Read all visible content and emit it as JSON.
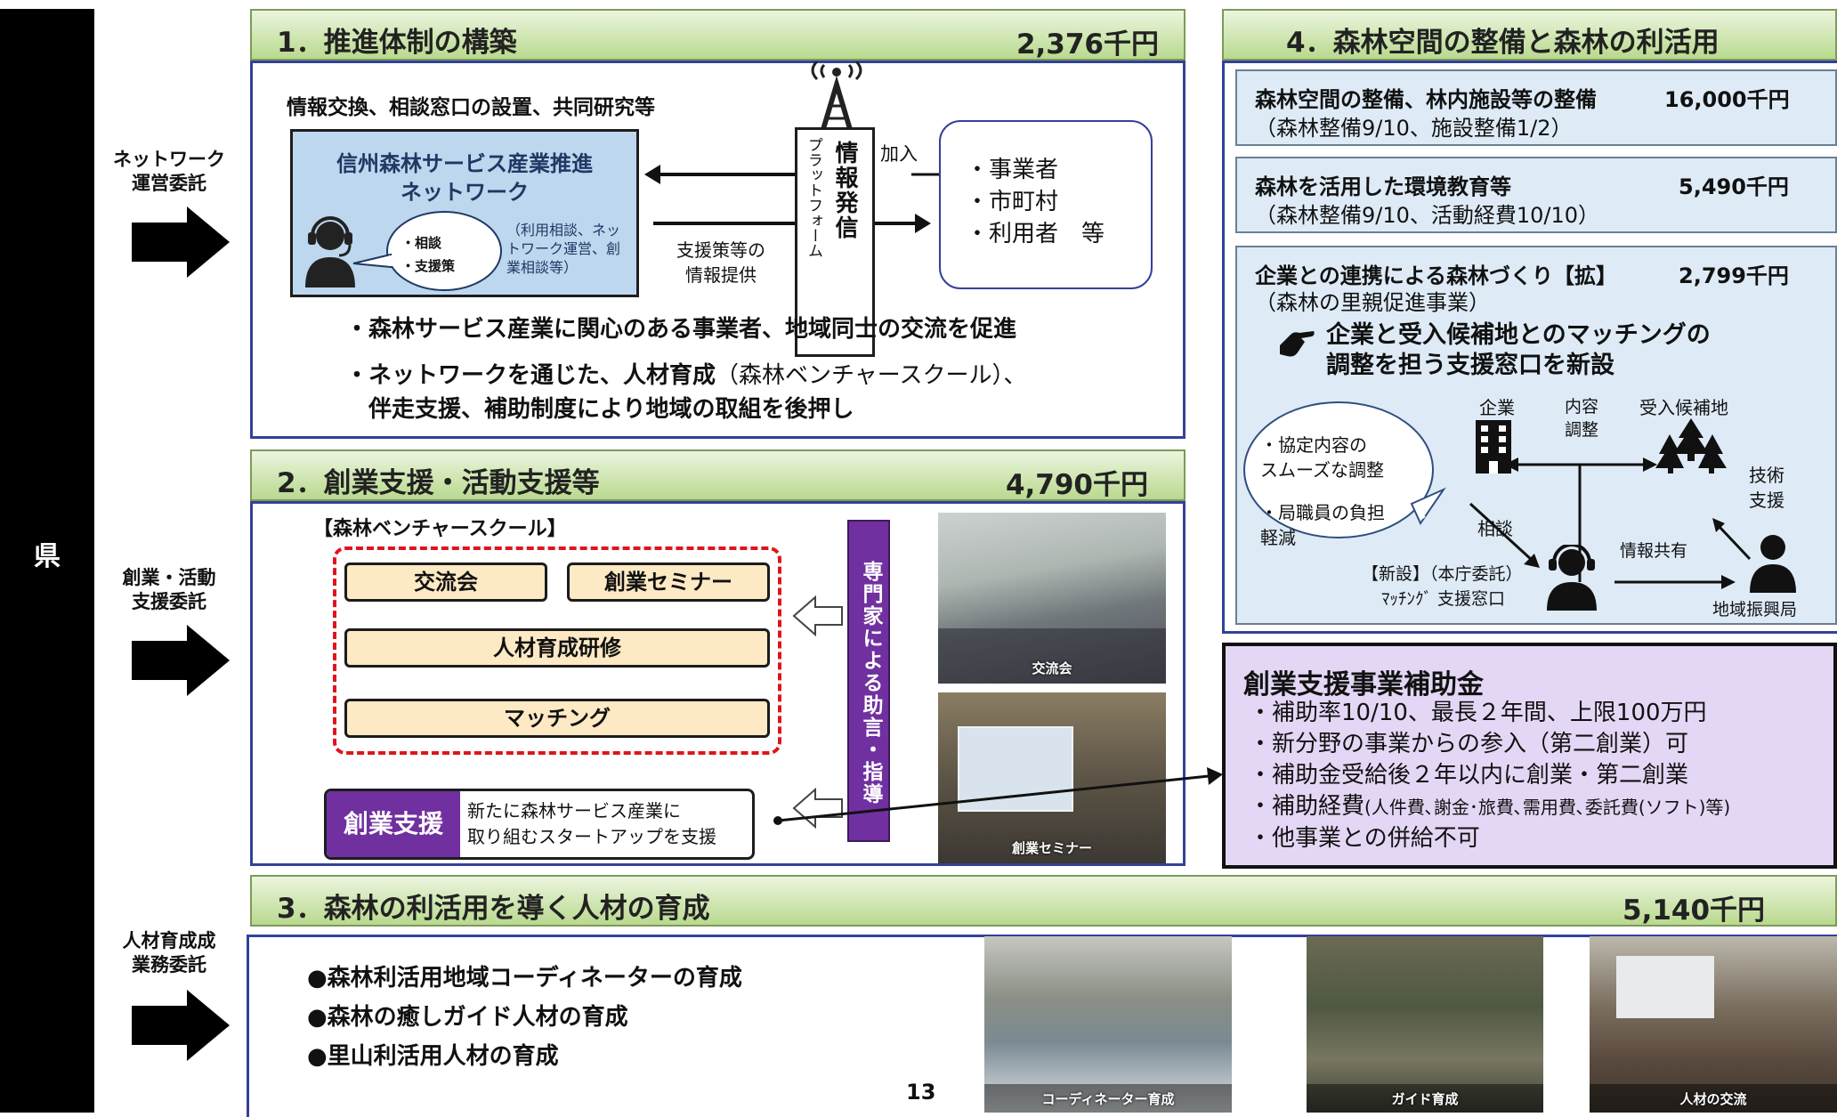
{
  "prefecture": "県",
  "side_labels": {
    "network": [
      "ネットワーク",
      "運営委託"
    ],
    "startup": [
      "創業・活動",
      "支援委託"
    ],
    "training": [
      "人材育成成",
      "業務委託"
    ]
  },
  "s1": {
    "title": "1．推進体制の構築",
    "amount": "2,376千円",
    "subtitle": "情報交換、相談窓口の設置、共同研究等",
    "network_name": [
      "信州森林サービス産業推進",
      "ネットワーク"
    ],
    "bubble": [
      "・相談",
      "・支援策"
    ],
    "note": [
      "（利用相談、ネッ",
      "トワーク運営、創",
      "業相談等）"
    ],
    "platform_a": "プラットフォーム",
    "platform_b": "情報発信",
    "join_label": "加入",
    "support_info": [
      "支援策等の",
      "情報提供"
    ],
    "members": [
      "・事業者",
      "・市町村",
      "・利用者　等"
    ],
    "bullet1": "・森林サービス産業に関心のある事業者、地域同士の交流を促進",
    "bullet2_bold": "・ネットワークを通じた、人材育成",
    "bullet2_normal": "（森林ベンチャースクール）、",
    "bullet3": "伴走支援、補助制度により地域の取組を後押し"
  },
  "s2": {
    "title": "2．創業支援・活動支援等",
    "amount": "4,790千円",
    "school_label": "【森林ベンチャースクール】",
    "items": [
      "交流会",
      "創業セミナー",
      "人材育成研修",
      "マッチング"
    ],
    "startup_label": "創業支援",
    "startup_desc": [
      "新たに森林サービス産業に",
      "取り組むスタートアップを支援"
    ],
    "expert": "専門家による助言・指導",
    "photo1_caption": "交流会",
    "photo2_caption": "創業セミナー"
  },
  "s3": {
    "title": "3．森林の利活用を導く人材の育成",
    "amount": "5,140千円",
    "bullets": [
      "●森林利活用地域コーディネーターの育成",
      "●森林の癒しガイド人材の育成",
      "●里山利活用人材の育成"
    ],
    "photo_captions": [
      "コーディネーター育成",
      "ガイド育成",
      "人材の交流"
    ]
  },
  "s4": {
    "title": "4．森林空間の整備と森林の利活用",
    "box1_title": "森林空間の整備、林内施設等の整備",
    "box1_amount": "16,000千円",
    "box1_sub": "（森林整備9/10、施設整備1/2）",
    "box2_title": "森林を活用した環境教育等",
    "box2_amount": "5,490千円",
    "box2_sub": "（森林整備9/10、活動経費10/10）",
    "box3_title": "企業との連携による森林づくり【拡】",
    "box3_amount": "2,799千円",
    "box3_sub": "（森林の里親促進事業）",
    "box3_highlight": [
      "企業と受入候補地とのマッチングの",
      "調整を担う支援窓口を新設"
    ],
    "bubble_lines": [
      "・協定内容の",
      "スムーズな調整",
      "・局職員の負担",
      "軽減"
    ],
    "company": "企業",
    "content_adjust": [
      "内容",
      "調整"
    ],
    "candidate": "受入候補地",
    "consult": "相談",
    "tech_support": [
      "技術",
      "支援"
    ],
    "info_share": "情報共有",
    "new_window_1": "【新設】（本庁委託）",
    "new_window_2": "ﾏｯﾁﾝｸﾞ 支援窓口",
    "regional": "地域振興局"
  },
  "subsidy": {
    "title": "創業支援事業補助金",
    "lines": [
      "・補助率10/10、最長２年間、上限100万円",
      "・新分野の事業からの参入（第二創業）可",
      "・補助金受給後２年以内に創業・第二創業"
    ],
    "line4_main": "・補助経費",
    "line4_small": "(人件費､謝金･旅費､需用費､委託費(ソフト)等)",
    "line5": "・他事業との併給不可"
  },
  "page_number": "13",
  "colors": {
    "header_green": "#c8e2a6",
    "panel_blue_border": "#33419a",
    "network_box": "#bdd7ee",
    "purple": "#7030a0",
    "subsidy_bg": "#e4d7f5",
    "dashed_red": "#e0141c",
    "item_fill": "#fde9c4"
  },
  "icons": [
    "antenna-tower-icon",
    "headset-person-icon",
    "pointing-hand-icon",
    "building-icon",
    "trees-icon",
    "person-icon"
  ]
}
